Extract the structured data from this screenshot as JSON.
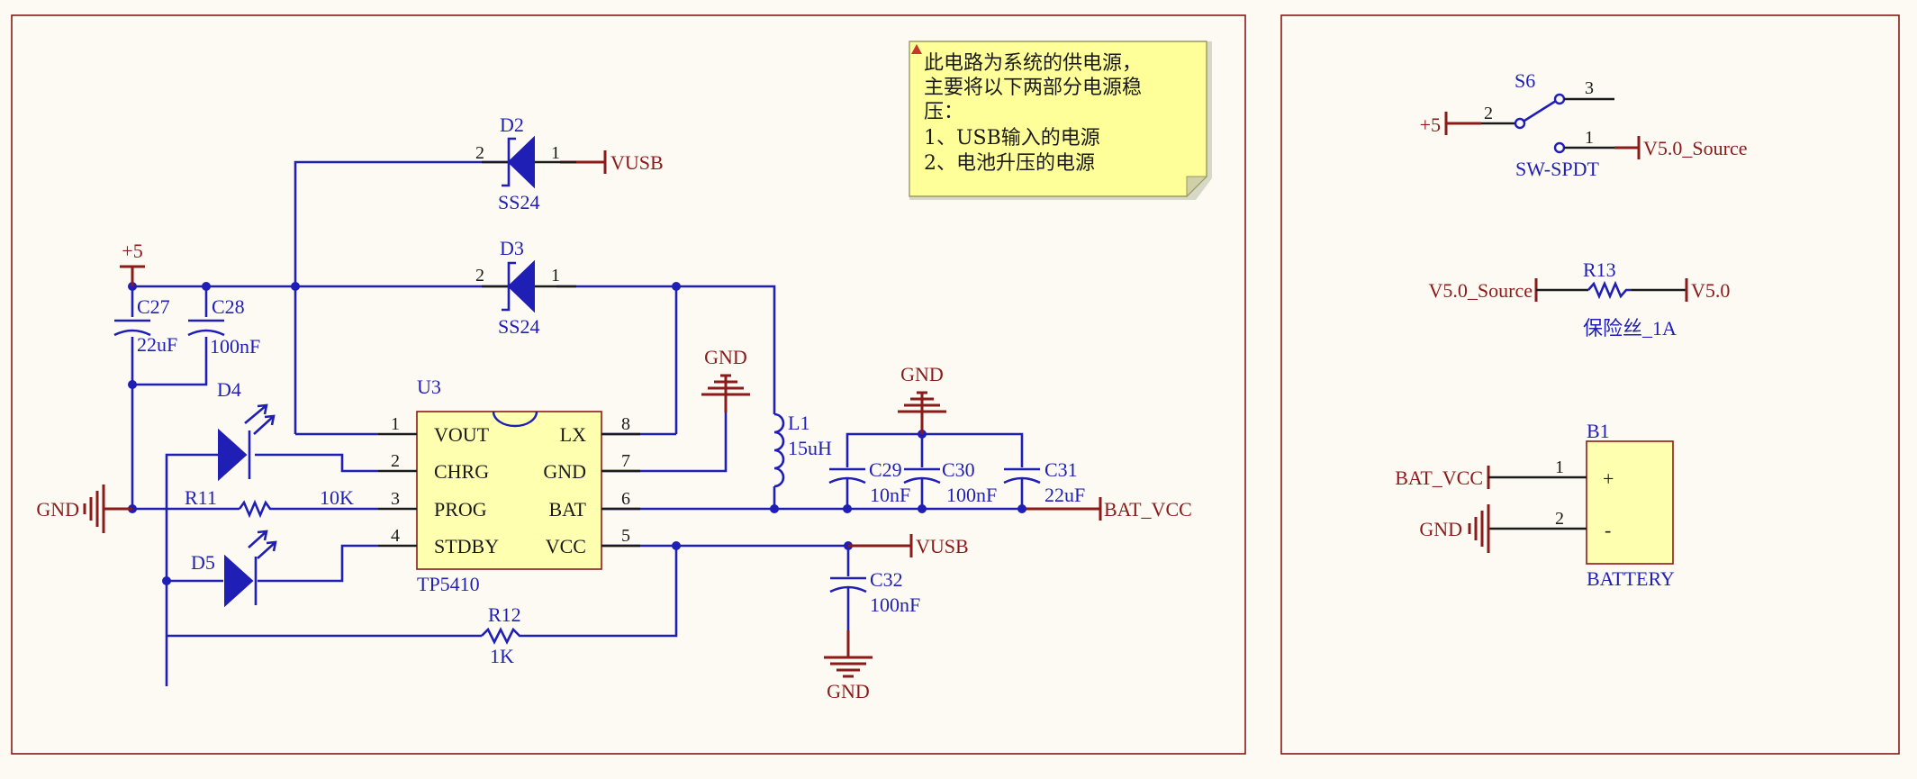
{
  "power_ports": {
    "plus5": "+5",
    "vusb_d2": "VUSB",
    "vusb_vcc": "VUSB",
    "gnd_left": "GND",
    "gnd_tp": "GND",
    "gnd_caps": "GND",
    "gnd_c32": "GND",
    "bat_vcc": "BAT_VCC",
    "sw_plus5": "+5",
    "v50_source_sw": "V5.0_Source",
    "v50_source_fuse": "V5.0_Source",
    "v50": "V5.0",
    "bat_vcc_b1": "BAT_VCC",
    "gnd_b1": "GND"
  },
  "components": {
    "d2": {
      "ref": "D2",
      "value": "SS24",
      "pin_a": "2",
      "pin_k": "1"
    },
    "d3": {
      "ref": "D3",
      "value": "SS24",
      "pin_a": "2",
      "pin_k": "1"
    },
    "c27": {
      "ref": "C27",
      "value": "22uF"
    },
    "c28": {
      "ref": "C28",
      "value": "100nF"
    },
    "d4": {
      "ref": "D4"
    },
    "d5": {
      "ref": "D5"
    },
    "r11": {
      "ref": "R11",
      "value": "10K"
    },
    "r12": {
      "ref": "R12",
      "value": "1K"
    },
    "l1": {
      "ref": "L1",
      "value": "15uH"
    },
    "c29": {
      "ref": "C29",
      "value": "10nF"
    },
    "c30": {
      "ref": "C30",
      "value": "100nF"
    },
    "c31": {
      "ref": "C31",
      "value": "22uF"
    },
    "c32": {
      "ref": "C32",
      "value": "100nF"
    },
    "u3": {
      "ref": "U3",
      "value": "TP5410",
      "left_pins": [
        {
          "num": "1",
          "name": "VOUT"
        },
        {
          "num": "2",
          "name": "CHRG"
        },
        {
          "num": "3",
          "name": "PROG"
        },
        {
          "num": "4",
          "name": "STDBY"
        }
      ],
      "right_pins": [
        {
          "num": "8",
          "name": "LX"
        },
        {
          "num": "7",
          "name": "GND"
        },
        {
          "num": "6",
          "name": "BAT"
        },
        {
          "num": "5",
          "name": "VCC"
        }
      ]
    },
    "s6": {
      "ref": "S6",
      "value": "SW-SPDT",
      "pin1": "1",
      "pin2": "2",
      "pin3": "3"
    },
    "r13": {
      "ref": "R13",
      "value": "保险丝_1A"
    },
    "b1": {
      "ref": "B1",
      "value": "BATTERY",
      "pin1": "1",
      "pin2": "2",
      "plus": "+",
      "minus": "-"
    }
  },
  "note": {
    "lines": [
      "此电路为系统的供电源，",
      "主要将以下两部分电源稳",
      "压：",
      "1、USB输入的电源",
      "2、电池升压的电源"
    ]
  },
  "colors": {
    "wire": "#1f1fb5",
    "power_port": "#8b1a1a",
    "component_fill": "#ffffb0",
    "note_fill": "#ffff99",
    "sheet_border": "#8b1a1a",
    "background": "#fdfaf3"
  }
}
